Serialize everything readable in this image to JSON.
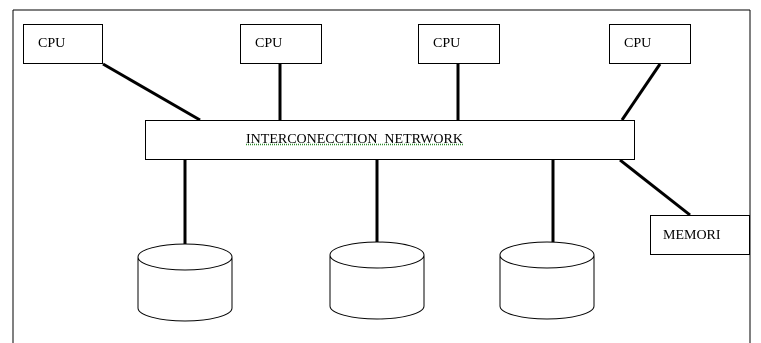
{
  "diagram": {
    "cpus": [
      {
        "label": "CPU"
      },
      {
        "label": "CPU"
      },
      {
        "label": "CPU"
      },
      {
        "label": "CPU"
      }
    ],
    "network": {
      "label": "INTERCONECCTION  NETRWORK"
    },
    "memory": {
      "label": "MEMORI"
    },
    "disks": [
      {
        "id": "disk-1"
      },
      {
        "id": "disk-2"
      },
      {
        "id": "disk-3"
      }
    ]
  }
}
